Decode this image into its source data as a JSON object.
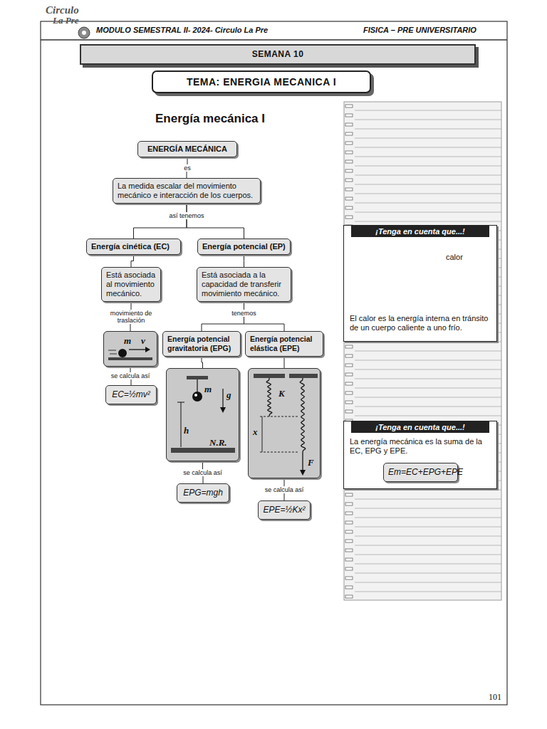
{
  "diagram": {
    "title": "Energía mecánica I",
    "nodes": [
      {
        "text": [
          "SEMANA 10"
        ]
      },
      {
        "text": [
          "TEMA: ENERGIA MECANICA I"
        ]
      },
      {
        "text": [
          "ENERGÍA MECÁNICA"
        ]
      },
      {
        "text": [
          "La medida escalar del movimiento mecánico e interacción de los cuerpos."
        ]
      },
      {
        "text": [
          "Energía cinética (EC)"
        ]
      },
      {
        "text": [
          "Energía potencial (EP)"
        ]
      },
      {
        "text": [
          "Está asociada al movimiento mecánico."
        ]
      },
      {
        "text": [
          "Está asociada a la capacidad de transferir movimiento mecánico."
        ]
      },
      {
        "text": [
          "m",
          "v"
        ]
      },
      {
        "text": [
          "EC=½mv²"
        ]
      },
      {
        "text": [
          "Energía potencial gravitatoria (EPG)"
        ]
      },
      {
        "text": [
          "Energía potencial elástica (EPE)"
        ]
      },
      {
        "text": [
          "m",
          "g",
          "h",
          "N.R."
        ]
      },
      {
        "text": [
          "K",
          "x",
          "F"
        ]
      },
      {
        "text": [
          "EPG=mgh"
        ]
      },
      {
        "text": [
          "EPE=½Kx²"
        ]
      },
      {
        "text": [
          "¡Tenga en cuenta que...!",
          "calor",
          "El calor es la energía interna en tránsito de un cuerpo caliente a uno frío."
        ]
      },
      {
        "text": [
          "¡Tenga en cuenta que...!",
          "La energía mecánica es la suma de la EC, EPG y EPE."
        ]
      },
      {
        "text": [
          "Em=EC+EPG+EPE"
        ],
        "in": 17
      }
    ],
    "edges": [
      {
        "from": 2,
        "to": 3,
        "label": "es",
        "arrow": "none"
      },
      {
        "from": 3,
        "to": 4,
        "label": "así tenemos",
        "arrow": "none"
      },
      {
        "from": 3,
        "to": 5,
        "arrow": "none"
      },
      {
        "from": 4,
        "to": 6,
        "arrow": "none"
      },
      {
        "from": 5,
        "to": 7,
        "arrow": "none"
      },
      {
        "from": 6,
        "to": 8,
        "label": "movimiento de traslación",
        "arrow": "none"
      },
      {
        "from": 8,
        "to": 9,
        "label": "se calcula así",
        "arrow": "none"
      },
      {
        "from": 7,
        "to": 10,
        "label": "tenemos",
        "arrow": "none"
      },
      {
        "from": 7,
        "to": 11,
        "arrow": "none"
      },
      {
        "from": 10,
        "to": 12,
        "arrow": "none"
      },
      {
        "from": 11,
        "to": 13,
        "arrow": "none"
      },
      {
        "from": 12,
        "to": 14,
        "label": "se calcula así",
        "arrow": "none"
      },
      {
        "from": 13,
        "to": 15,
        "label": "se calcula así",
        "arrow": "none"
      }
    ],
    "labels": [
      "Circulo",
      "La Pre",
      "MODULO SEMESTRAL II- 2024- Circulo La Pre",
      "FISICA – PRE UNIVERSITARIO",
      "101"
    ]
  }
}
